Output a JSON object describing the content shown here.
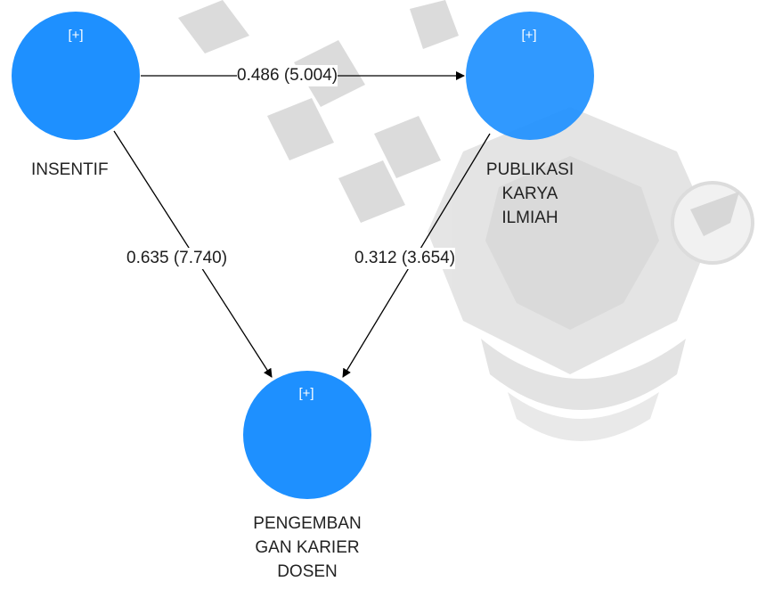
{
  "colors": {
    "node_fill": "#1e90ff",
    "arrow": "#000000",
    "watermark": "#d0d0d0"
  },
  "nodes": {
    "insentif": {
      "marker": "[+]",
      "label_lines": [
        "INSENTIF"
      ]
    },
    "publikasi": {
      "marker": "[+]",
      "label_lines": [
        "PUBLIKASI",
        "KARYA",
        "ILMIAH"
      ]
    },
    "pengembangan": {
      "marker": "[+]",
      "label_lines": [
        "PENGEMBAN",
        "GAN KARIER",
        "DOSEN"
      ]
    }
  },
  "paths": {
    "insentif_to_publikasi": "0.486 (5.004)",
    "insentif_to_pengembangan": "0.635 (7.740)",
    "publikasi_to_pengembangan": "0.312 (3.654)"
  },
  "watermark_icon": "university-logo-watermark"
}
